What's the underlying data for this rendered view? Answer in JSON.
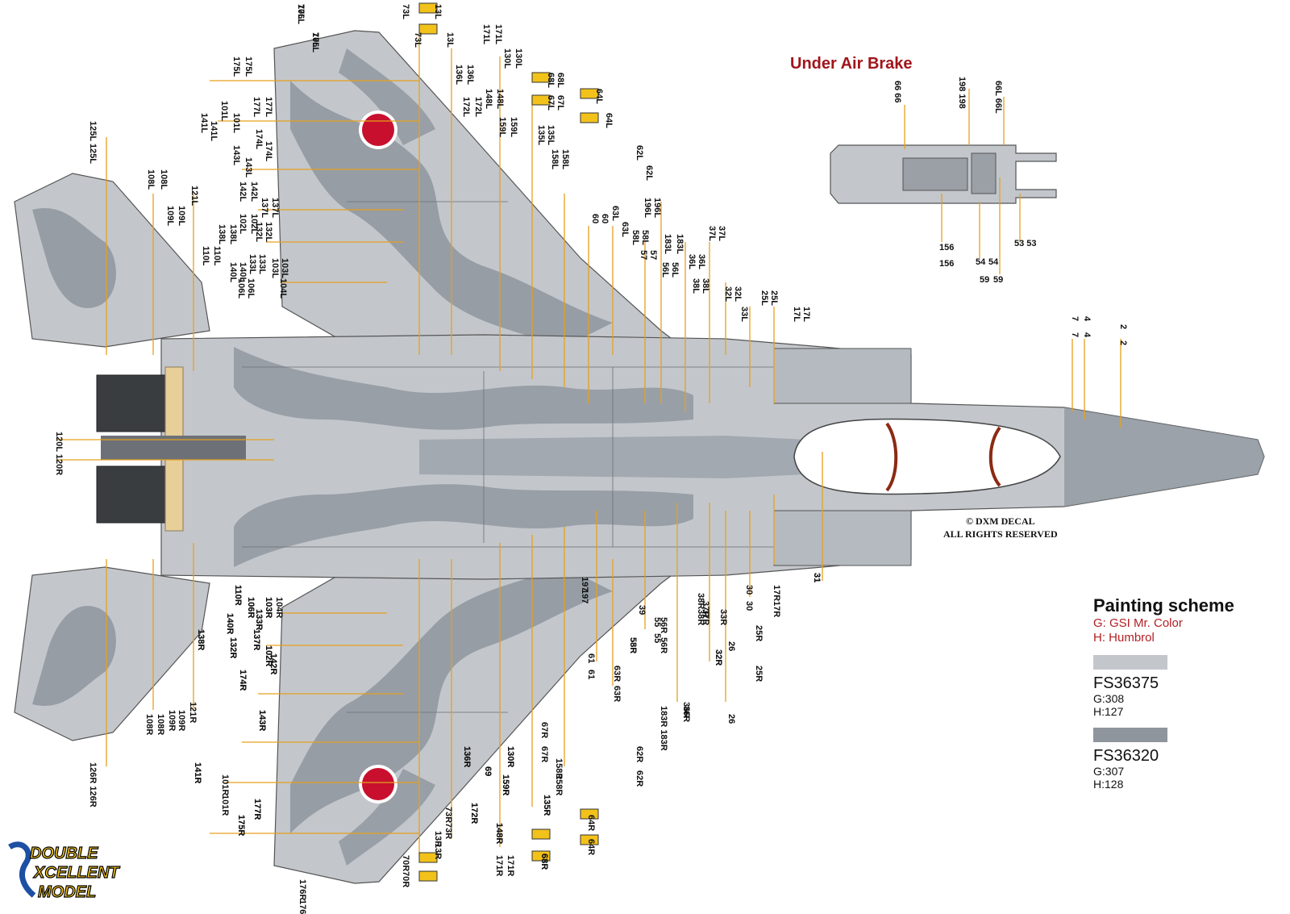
{
  "under_air_brake": {
    "title": "Under Air Brake",
    "labels_top": [
      "66 66",
      "198 198",
      "66L 66L"
    ],
    "labels_bottom": [
      "156",
      "156",
      "54",
      "54",
      "59",
      "59",
      "53 53"
    ]
  },
  "legend": {
    "title": "Painting scheme",
    "subtitle_g": "G: GSI Mr. Color",
    "subtitle_h": "H: Humbrol",
    "colors": [
      {
        "fs": "FS36375",
        "g": "G:308",
        "h": "H:127",
        "hex": "#c3c7cc"
      },
      {
        "fs": "FS36320",
        "g": "G:307",
        "h": "H:128",
        "hex": "#8e959d"
      }
    ]
  },
  "copyright": {
    "line1": "© DXM DECAL",
    "line2": "ALL RIGHTS RESERVED"
  },
  "logo": {
    "line1": "DOUBLE",
    "line2": "XCELLENT",
    "line3": "MODEL"
  },
  "callouts_left_wing": [
    "70L",
    "70L",
    "73L",
    "73L",
    "13L",
    "13L",
    "171L",
    "171L",
    "176L",
    "176L",
    "175L",
    "175L",
    "177L",
    "177L",
    "101L",
    "101L",
    "141L",
    "141L",
    "125L 125L",
    "108L",
    "108L",
    "109L",
    "109L",
    "121L",
    "143L",
    "143L",
    "174L",
    "174L",
    "142L",
    "142L",
    "137L",
    "137L",
    "102L",
    "102L",
    "132L",
    "132L",
    "138L",
    "138L",
    "110L",
    "110L",
    "140L",
    "140L",
    "133L",
    "133L",
    "106L",
    "106L",
    "103L",
    "103L",
    "104L",
    "136L",
    "136L",
    "172L",
    "172L",
    "130L",
    "130L",
    "148L",
    "148L",
    "159L",
    "159L",
    "135L",
    "135L",
    "64L",
    "64L",
    "68L",
    "68L",
    "67L",
    "67L",
    "158L",
    "158L",
    "62L",
    "62L",
    "60",
    "60",
    "63L",
    "63L",
    "58L",
    "58L",
    "57",
    "57",
    "196L",
    "196L",
    "56L",
    "56L",
    "183L",
    "183L",
    "36L",
    "36L",
    "38L",
    "38L",
    "37L",
    "37L",
    "32L",
    "32L",
    "33L",
    "25L",
    "25L",
    "17L",
    "17L",
    "120L 120R"
  ],
  "callouts_right_wing": [
    "70R",
    "70R",
    "73R",
    "73R",
    "13R",
    "13R",
    "171R",
    "171R",
    "176R",
    "176R",
    "175R",
    "175R",
    "177R",
    "177R",
    "101R",
    "101R",
    "141R",
    "141R",
    "126R 126R",
    "108R",
    "108R",
    "109R",
    "109R",
    "121R",
    "143R",
    "143R",
    "174R",
    "174R",
    "142R",
    "142R",
    "137R",
    "137R",
    "102R",
    "102R",
    "132R",
    "132R",
    "138R",
    "138R",
    "110R",
    "110R",
    "140R",
    "140R",
    "133R",
    "133R",
    "106R",
    "106R",
    "103R",
    "103R",
    "104R",
    "136R",
    "136R",
    "172R",
    "172R",
    "130R",
    "130R",
    "148R",
    "148R",
    "159R",
    "159R",
    "135R",
    "135R",
    "64R",
    "64R",
    "68R",
    "68R",
    "67R",
    "67R",
    "158R",
    "158R",
    "62R",
    "62R",
    "61",
    "61",
    "63R",
    "63R",
    "58R",
    "58R",
    "39",
    "55",
    "55",
    "56R",
    "56R",
    "183R 183R",
    "36R",
    "36R",
    "38R",
    "38R",
    "37R",
    "37R",
    "32R",
    "32R",
    "33R",
    "26",
    "26",
    "25R",
    "25R",
    "30",
    "30",
    "17R",
    "17R",
    "31",
    "31",
    "197",
    "197",
    "69",
    "69"
  ],
  "callouts_nose": [
    "7",
    "7",
    "4",
    "4",
    "2",
    "2"
  ],
  "ui": {
    "colors": {
      "light_grey": "#c3c7cc",
      "dark_grey": "#8e959d",
      "hinomaru": "#c8102e",
      "leader": "#e6a01e",
      "yellow_decal": "#f2c21b"
    }
  }
}
